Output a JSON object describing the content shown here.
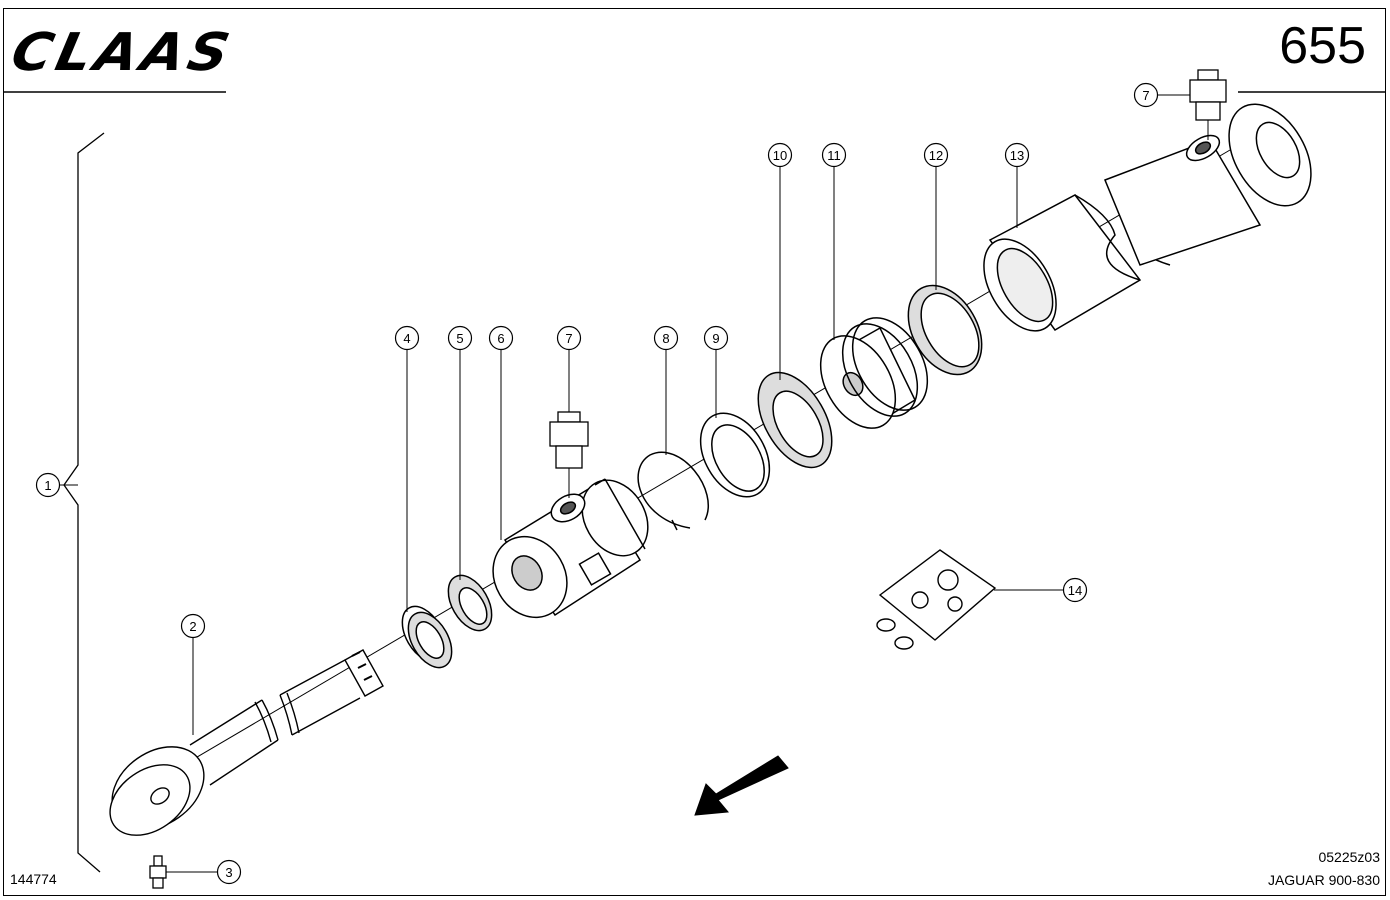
{
  "header": {
    "brand": "CLAAS",
    "page_number": "655"
  },
  "footer": {
    "drawing_id": "144774",
    "ref_code": "05225z03",
    "model": "JAGUAR 900-830"
  },
  "callouts": [
    {
      "id": "c1",
      "label": "1"
    },
    {
      "id": "c2",
      "label": "2"
    },
    {
      "id": "c3",
      "label": "3"
    },
    {
      "id": "c4",
      "label": "4"
    },
    {
      "id": "c5",
      "label": "5"
    },
    {
      "id": "c6",
      "label": "6"
    },
    {
      "id": "c7a",
      "label": "7"
    },
    {
      "id": "c8",
      "label": "8"
    },
    {
      "id": "c9",
      "label": "9"
    },
    {
      "id": "c10",
      "label": "10"
    },
    {
      "id": "c11",
      "label": "11"
    },
    {
      "id": "c12",
      "label": "12"
    },
    {
      "id": "c13",
      "label": "13"
    },
    {
      "id": "c7b",
      "label": "7"
    },
    {
      "id": "c14",
      "label": "14"
    }
  ]
}
